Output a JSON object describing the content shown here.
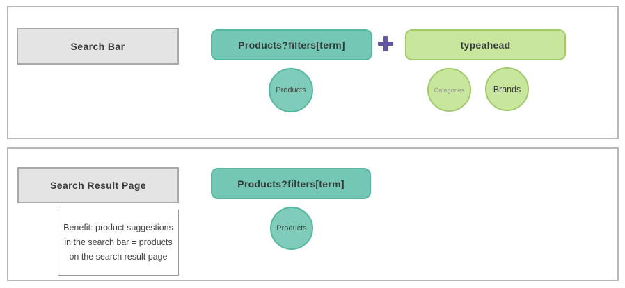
{
  "top_panel": {
    "label": "Search Bar",
    "api_box": "Products?filters[term]",
    "plus_icon": "plus",
    "typeahead_box": "typeahead",
    "products_circle": "Products",
    "categories_circle": "Categories",
    "brands_circle": "Brands"
  },
  "bottom_panel": {
    "label": "Search Result Page",
    "api_box": "Products?filters[term]",
    "products_circle": "Products",
    "benefit_note": "Benefit: product suggestions in the search bar = products on the search result page"
  },
  "colors": {
    "teal_fill": "#74c7b4",
    "teal_border": "#55b7a0",
    "teal_circle_fill": "#7eccb9",
    "green_fill": "#c9e69d",
    "green_border": "#a0ca6d",
    "label_fill": "#e4e4e4",
    "label_border": "#a8a8a8",
    "panel_border": "#b8b8b8",
    "plus_purple": "#6258a0",
    "text_dark": "#333b38",
    "text_gray": "#8f948c"
  }
}
